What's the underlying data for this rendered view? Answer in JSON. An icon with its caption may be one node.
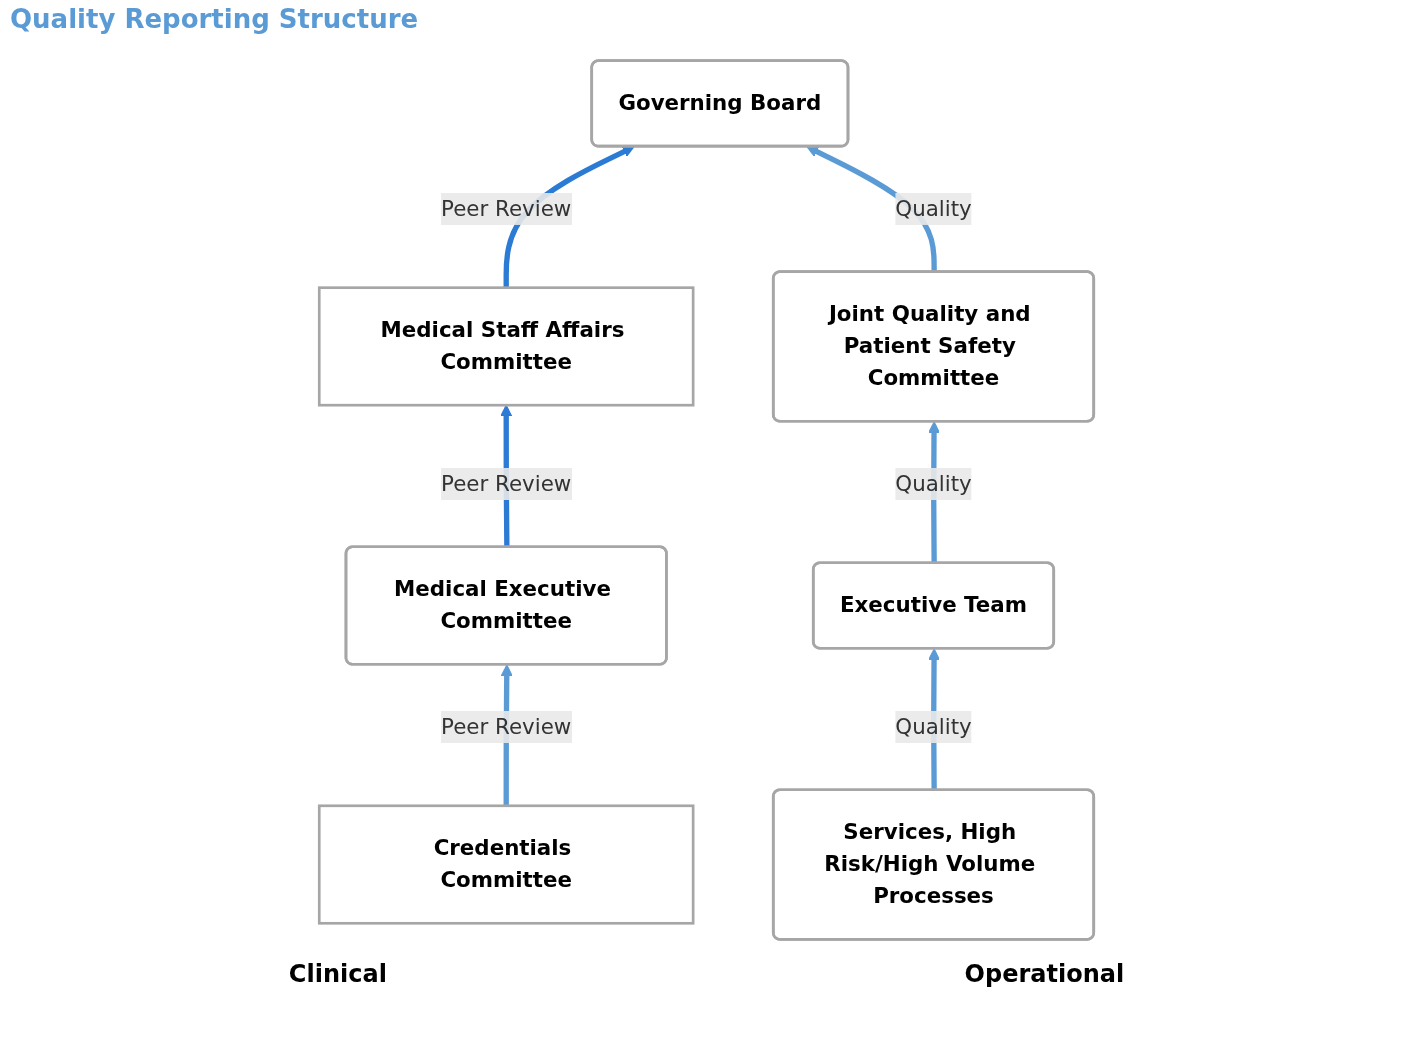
{
  "diagram": {
    "title": "Quality Reporting Structure",
    "nodes": [
      {
        "text": [
          "Governing Board"
        ]
      },
      {
        "text": [
          "Medical Staff Affairs Committee"
        ]
      },
      {
        "text": [
          "Joint Quality and Patient Safety Committee"
        ]
      },
      {
        "text": [
          "Medical Executive Committee"
        ]
      },
      {
        "text": [
          "Executive Team"
        ]
      },
      {
        "text": [
          "Credentials Committee"
        ]
      },
      {
        "text": [
          "Services, High Risk/High Volume Processes"
        ]
      }
    ],
    "edges": [
      {
        "from": 5,
        "to": 3,
        "arrow": "to",
        "label": "Peer Review"
      },
      {
        "from": 3,
        "to": 1,
        "arrow": "to",
        "label": "Peer Review",
        "color": "#2b7bd5"
      },
      {
        "from": 1,
        "to": 0,
        "arrow": "to",
        "label": "Peer Review",
        "color": "#2b7bd5"
      },
      {
        "from": 6,
        "to": 4,
        "arrow": "to",
        "label": "Quality"
      },
      {
        "from": 4,
        "to": 2,
        "arrow": "to",
        "label": "Quality"
      },
      {
        "from": 2,
        "to": 0,
        "arrow": "to",
        "label": "Quality"
      }
    ],
    "labels": [
      "Clinical",
      "Operational"
    ]
  }
}
